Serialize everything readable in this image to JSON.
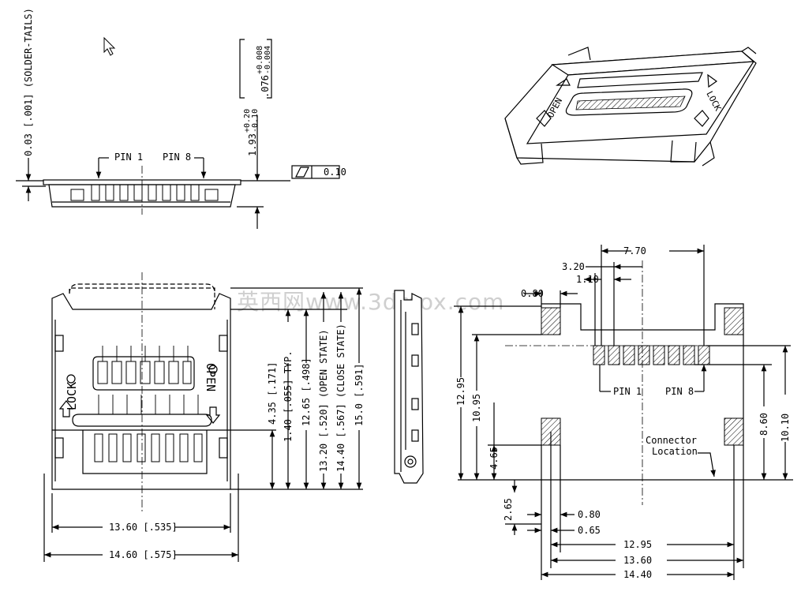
{
  "watermark": "英西网www.3dmox.com",
  "pins": {
    "first": "PIN 1",
    "last": "PIN 8",
    "count": 8
  },
  "side_view": {
    "solder_tails": "0.03 [.001] (SOLDER-TAILS)",
    "height_mm": "1.93",
    "height_tol_plus": "+0.20",
    "height_tol_minus": "-0.10",
    "height_inch": ".076",
    "height_inch_tol_plus": "+0.008",
    "height_inch_tol_minus": "-0.004",
    "flatness": "0.10"
  },
  "front_view": {
    "lock_label": "LOCK",
    "open_label": "OPEN",
    "dims": {
      "inner_width": "13.60 [.535]",
      "outer_width": "14.60 [.575]",
      "d_435": "4.35 [.171]",
      "d_140": "1.40 [.055] TYP.",
      "d_1265": "12.65 [.498]",
      "d_1320": "13.20 [.520] (OPEN STATE)",
      "d_1440": "14.40 [.567] (CLOSE STATE)",
      "d_150": "15.0 [.591]"
    }
  },
  "footprint": {
    "connector_location_1": "Connector",
    "connector_location_2": "Location",
    "dims": {
      "d_770": "7.70",
      "d_320": "3.20",
      "d_110": "1.10",
      "d_080_top": "0.80",
      "d_1295_v": "12.95",
      "d_1095": "10.95",
      "d_465": "4.65",
      "d_265": "2.65",
      "d_080_bot": "0.80",
      "d_065": "0.65",
      "d_860": "8.60",
      "d_1010": "10.10",
      "d_1295_h": "12.95",
      "d_1360": "13.60",
      "d_1440": "14.40"
    }
  }
}
